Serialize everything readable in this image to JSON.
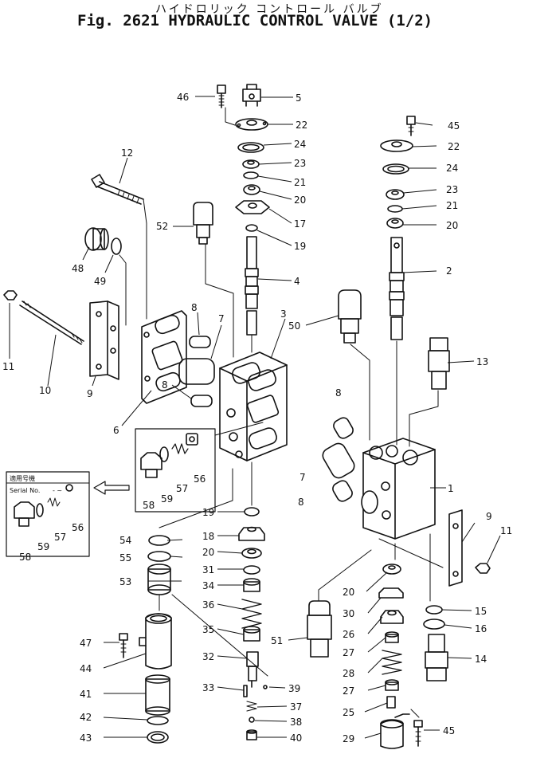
{
  "header": {
    "title_jp": "ハイドロリック コントロール バルブ",
    "title": "Fig. 2621 HYDRAULIC CONTROL VALVE (1/2)"
  },
  "serial_box": {
    "jp": "適用号機",
    "label": "Serial No.",
    "range": "- ~"
  },
  "callouts": [
    "46",
    "5",
    "22",
    "24",
    "23",
    "21",
    "20",
    "17",
    "19",
    "4",
    "3",
    "52",
    "12",
    "48",
    "49",
    "8",
    "7",
    "8",
    "11",
    "10",
    "9",
    "6",
    "56",
    "57",
    "59",
    "58",
    "56",
    "57",
    "59",
    "58",
    "45",
    "22",
    "24",
    "23",
    "21",
    "20",
    "2",
    "50",
    "13",
    "8",
    "7",
    "8",
    "1",
    "9",
    "11",
    "19",
    "18",
    "20",
    "31",
    "34",
    "36",
    "35",
    "32",
    "33",
    "39",
    "37",
    "38",
    "40",
    "54",
    "55",
    "53",
    "47",
    "44",
    "41",
    "42",
    "43",
    "20",
    "30",
    "26",
    "27",
    "28",
    "27",
    "25",
    "29",
    "45",
    "51",
    "15",
    "16",
    "14"
  ]
}
